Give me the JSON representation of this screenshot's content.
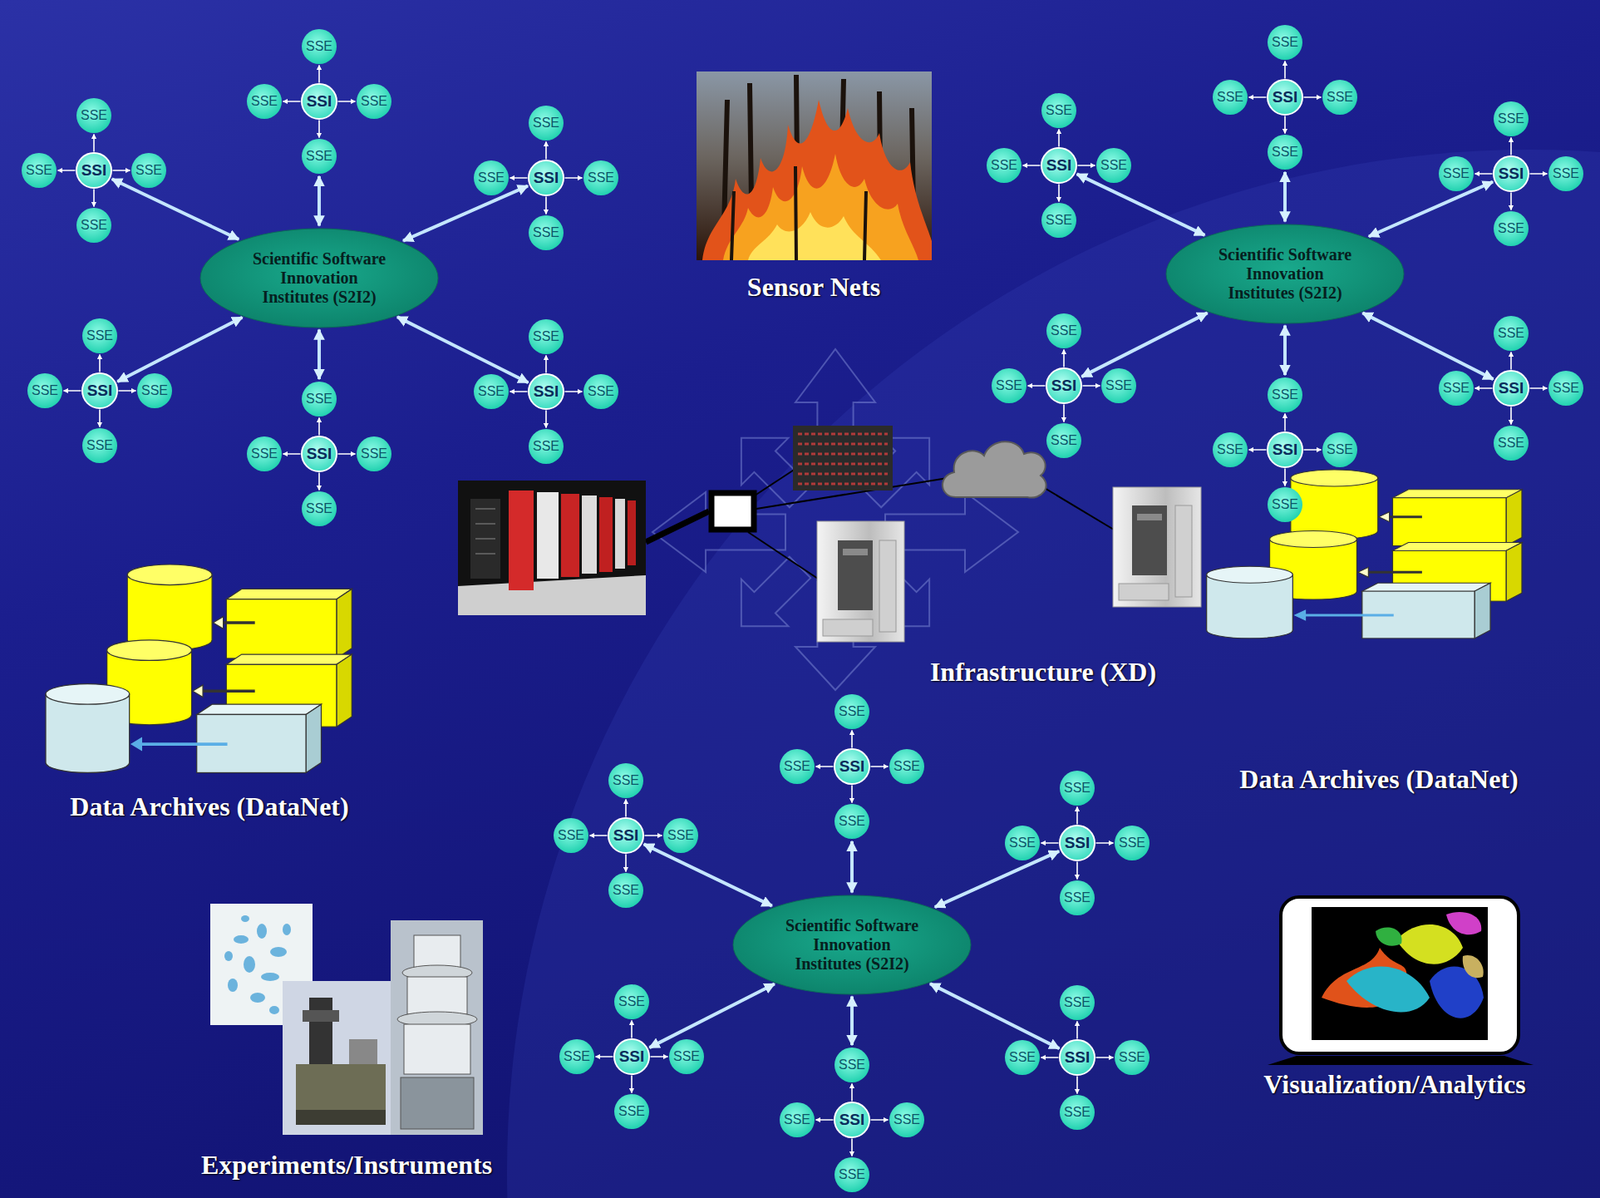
{
  "diagram": {
    "nodes": [
      {
        "text": [
          "Scientific Software Innovation Institutes (S2I2)"
        ]
      },
      {
        "text": [
          "SSE"
        ]
      },
      {
        "text": [
          "SSE"
        ]
      },
      {
        "text": [
          "SSI"
        ]
      },
      {
        "text": [
          "SSE"
        ]
      },
      {
        "text": [
          "SSE"
        ]
      },
      {
        "text": [
          "SSE"
        ]
      },
      {
        "text": [
          "SSE"
        ]
      },
      {
        "text": [
          "SSI"
        ]
      },
      {
        "text": [
          "SSE"
        ]
      },
      {
        "text": [
          "SSE"
        ]
      },
      {
        "text": [
          "SSE"
        ]
      },
      {
        "text": [
          "SSE"
        ]
      },
      {
        "text": [
          "SSI"
        ]
      },
      {
        "text": [
          "SSE"
        ]
      },
      {
        "text": [
          "SSE"
        ]
      },
      {
        "text": [
          "SSE"
        ]
      },
      {
        "text": [
          "SSE"
        ]
      },
      {
        "text": [
          "SSI"
        ]
      },
      {
        "text": [
          "SSE"
        ]
      },
      {
        "text": [
          "SSE"
        ]
      },
      {
        "text": [
          "SSE"
        ]
      },
      {
        "text": [
          "SSE"
        ]
      },
      {
        "text": [
          "SSI"
        ]
      },
      {
        "text": [
          "SSE"
        ]
      },
      {
        "text": [
          "SSE"
        ]
      },
      {
        "text": [
          "SSE"
        ]
      },
      {
        "text": [
          "SSE"
        ]
      },
      {
        "text": [
          "SSI"
        ]
      },
      {
        "text": [
          "SSE"
        ]
      },
      {
        "text": [
          "SSE"
        ]
      },
      {
        "text": [
          "Scientific Software Innovation Institutes (S2I2)"
        ]
      },
      {
        "text": [
          "SSE"
        ]
      },
      {
        "text": [
          "SSE"
        ]
      },
      {
        "text": [
          "SSI"
        ]
      },
      {
        "text": [
          "SSE"
        ]
      },
      {
        "text": [
          "SSE"
        ]
      },
      {
        "text": [
          "SSE"
        ]
      },
      {
        "text": [
          "SSE"
        ]
      },
      {
        "text": [
          "SSI"
        ]
      },
      {
        "text": [
          "SSE"
        ]
      },
      {
        "text": [
          "SSE"
        ]
      },
      {
        "text": [
          "SSE"
        ]
      },
      {
        "text": [
          "SSE"
        ]
      },
      {
        "text": [
          "SSI"
        ]
      },
      {
        "text": [
          "SSE"
        ]
      },
      {
        "text": [
          "SSE"
        ]
      },
      {
        "text": [
          "SSE"
        ]
      },
      {
        "text": [
          "SSE"
        ]
      },
      {
        "text": [
          "SSI"
        ]
      },
      {
        "text": [
          "SSE"
        ]
      },
      {
        "text": [
          "SSE"
        ]
      },
      {
        "text": [
          "SSE"
        ]
      },
      {
        "text": [
          "SSE"
        ]
      },
      {
        "text": [
          "SSI"
        ]
      },
      {
        "text": [
          "SSE"
        ]
      },
      {
        "text": [
          "SSE"
        ]
      },
      {
        "text": [
          "SSE"
        ]
      },
      {
        "text": [
          "SSE"
        ]
      },
      {
        "text": [
          "SSI"
        ]
      },
      {
        "text": [
          "SSE"
        ]
      },
      {
        "text": [
          "SSE"
        ]
      },
      {
        "text": [
          "Scientific Software Innovation Institutes (S2I2)"
        ]
      },
      {
        "text": [
          "SSE"
        ]
      },
      {
        "text": [
          "SSE"
        ]
      },
      {
        "text": [
          "SSI"
        ]
      },
      {
        "text": [
          "SSE"
        ]
      },
      {
        "text": [
          "SSE"
        ]
      },
      {
        "text": [
          "SSE"
        ]
      },
      {
        "text": [
          "SSE"
        ]
      },
      {
        "text": [
          "SSI"
        ]
      },
      {
        "text": [
          "SSE"
        ]
      },
      {
        "text": [
          "SSE"
        ]
      },
      {
        "text": [
          "SSE"
        ]
      },
      {
        "text": [
          "SSE"
        ]
      },
      {
        "text": [
          "SSI"
        ]
      },
      {
        "text": [
          "SSE"
        ]
      },
      {
        "text": [
          "SSE"
        ]
      },
      {
        "text": [
          "SSE"
        ]
      },
      {
        "text": [
          "SSE"
        ]
      },
      {
        "text": [
          "SSI"
        ]
      },
      {
        "text": [
          "SSE"
        ]
      },
      {
        "text": [
          "SSE"
        ]
      },
      {
        "text": [
          "SSE"
        ]
      },
      {
        "text": [
          "SSE"
        ]
      },
      {
        "text": [
          "SSI"
        ]
      },
      {
        "text": [
          "SSE"
        ]
      },
      {
        "text": [
          "SSE"
        ]
      },
      {
        "text": [
          "SSE"
        ]
      },
      {
        "text": [
          "SSE"
        ]
      },
      {
        "text": [
          "SSI"
        ]
      },
      {
        "text": [
          "SSE"
        ]
      },
      {
        "text": [
          "SSE"
        ]
      }
    ],
    "edges": [
      {
        "from": 0,
        "to": 5,
        "arrow": "both"
      },
      {
        "from": 0,
        "to": 8,
        "arrow": "both"
      },
      {
        "from": 0,
        "to": 13,
        "arrow": "both"
      },
      {
        "from": 0,
        "to": 18,
        "arrow": "both"
      },
      {
        "from": 0,
        "to": 23,
        "arrow": "both"
      },
      {
        "from": 0,
        "to": 26,
        "arrow": "both"
      },
      {
        "from": 3,
        "to": 1,
        "arrow": "to"
      },
      {
        "from": 3,
        "to": 2,
        "arrow": "to"
      },
      {
        "from": 3,
        "to": 4,
        "arrow": "to"
      },
      {
        "from": 3,
        "to": 5,
        "arrow": "to"
      },
      {
        "from": 8,
        "to": 6,
        "arrow": "to"
      },
      {
        "from": 8,
        "to": 7,
        "arrow": "to"
      },
      {
        "from": 8,
        "to": 9,
        "arrow": "to"
      },
      {
        "from": 8,
        "to": 10,
        "arrow": "to"
      },
      {
        "from": 13,
        "to": 11,
        "arrow": "to"
      },
      {
        "from": 13,
        "to": 12,
        "arrow": "to"
      },
      {
        "from": 13,
        "to": 14,
        "arrow": "to"
      },
      {
        "from": 13,
        "to": 15,
        "arrow": "to"
      },
      {
        "from": 18,
        "to": 16,
        "arrow": "to"
      },
      {
        "from": 18,
        "to": 17,
        "arrow": "to"
      },
      {
        "from": 18,
        "to": 19,
        "arrow": "to"
      },
      {
        "from": 18,
        "to": 20,
        "arrow": "to"
      },
      {
        "from": 23,
        "to": 21,
        "arrow": "to"
      },
      {
        "from": 23,
        "to": 22,
        "arrow": "to"
      },
      {
        "from": 23,
        "to": 24,
        "arrow": "to"
      },
      {
        "from": 23,
        "to": 25,
        "arrow": "to"
      },
      {
        "from": 28,
        "to": 26,
        "arrow": "to"
      },
      {
        "from": 28,
        "to": 27,
        "arrow": "to"
      },
      {
        "from": 28,
        "to": 29,
        "arrow": "to"
      },
      {
        "from": 28,
        "to": 30,
        "arrow": "to"
      },
      {
        "from": 31,
        "to": 36,
        "arrow": "both"
      },
      {
        "from": 31,
        "to": 39,
        "arrow": "both"
      },
      {
        "from": 31,
        "to": 44,
        "arrow": "both"
      },
      {
        "from": 31,
        "to": 49,
        "arrow": "both"
      },
      {
        "from": 31,
        "to": 54,
        "arrow": "both"
      },
      {
        "from": 31,
        "to": 57,
        "arrow": "both"
      },
      {
        "from": 34,
        "to": 32,
        "arrow": "to"
      },
      {
        "from": 34,
        "to": 33,
        "arrow": "to"
      },
      {
        "from": 34,
        "to": 35,
        "arrow": "to"
      },
      {
        "from": 34,
        "to": 36,
        "arrow": "to"
      },
      {
        "from": 39,
        "to": 37,
        "arrow": "to"
      },
      {
        "from": 39,
        "to": 38,
        "arrow": "to"
      },
      {
        "from": 39,
        "to": 40,
        "arrow": "to"
      },
      {
        "from": 39,
        "to": 41,
        "arrow": "to"
      },
      {
        "from": 44,
        "to": 42,
        "arrow": "to"
      },
      {
        "from": 44,
        "to": 43,
        "arrow": "to"
      },
      {
        "from": 44,
        "to": 45,
        "arrow": "to"
      },
      {
        "from": 44,
        "to": 46,
        "arrow": "to"
      },
      {
        "from": 49,
        "to": 47,
        "arrow": "to"
      },
      {
        "from": 49,
        "to": 48,
        "arrow": "to"
      },
      {
        "from": 49,
        "to": 50,
        "arrow": "to"
      },
      {
        "from": 49,
        "to": 51,
        "arrow": "to"
      },
      {
        "from": 54,
        "to": 52,
        "arrow": "to"
      },
      {
        "from": 54,
        "to": 53,
        "arrow": "to"
      },
      {
        "from": 54,
        "to": 55,
        "arrow": "to"
      },
      {
        "from": 54,
        "to": 56,
        "arrow": "to"
      },
      {
        "from": 59,
        "to": 57,
        "arrow": "to"
      },
      {
        "from": 59,
        "to": 58,
        "arrow": "to"
      },
      {
        "from": 59,
        "to": 60,
        "arrow": "to"
      },
      {
        "from": 59,
        "to": 61,
        "arrow": "to"
      },
      {
        "from": 62,
        "to": 67,
        "arrow": "both"
      },
      {
        "from": 62,
        "to": 70,
        "arrow": "both"
      },
      {
        "from": 62,
        "to": 75,
        "arrow": "both"
      },
      {
        "from": 62,
        "to": 80,
        "arrow": "both"
      },
      {
        "from": 62,
        "to": 85,
        "arrow": "both"
      },
      {
        "from": 62,
        "to": 88,
        "arrow": "both"
      },
      {
        "from": 65,
        "to": 63,
        "arrow": "to"
      },
      {
        "from": 65,
        "to": 64,
        "arrow": "to"
      },
      {
        "from": 65,
        "to": 66,
        "arrow": "to"
      },
      {
        "from": 65,
        "to": 67,
        "arrow": "to"
      },
      {
        "from": 70,
        "to": 68,
        "arrow": "to"
      },
      {
        "from": 70,
        "to": 69,
        "arrow": "to"
      },
      {
        "from": 70,
        "to": 71,
        "arrow": "to"
      },
      {
        "from": 70,
        "to": 72,
        "arrow": "to"
      },
      {
        "from": 75,
        "to": 73,
        "arrow": "to"
      },
      {
        "from": 75,
        "to": 74,
        "arrow": "to"
      },
      {
        "from": 75,
        "to": 76,
        "arrow": "to"
      },
      {
        "from": 75,
        "to": 77,
        "arrow": "to"
      },
      {
        "from": 80,
        "to": 78,
        "arrow": "to"
      },
      {
        "from": 80,
        "to": 79,
        "arrow": "to"
      },
      {
        "from": 80,
        "to": 81,
        "arrow": "to"
      },
      {
        "from": 80,
        "to": 82,
        "arrow": "to"
      },
      {
        "from": 85,
        "to": 83,
        "arrow": "to"
      },
      {
        "from": 85,
        "to": 84,
        "arrow": "to"
      },
      {
        "from": 85,
        "to": 86,
        "arrow": "to"
      },
      {
        "from": 85,
        "to": 87,
        "arrow": "to"
      },
      {
        "from": 90,
        "to": 88,
        "arrow": "to"
      },
      {
        "from": 90,
        "to": 89,
        "arrow": "to"
      },
      {
        "from": 90,
        "to": 91,
        "arrow": "to"
      },
      {
        "from": 90,
        "to": 92,
        "arrow": "to"
      }
    ],
    "labels": [
      "Sensor Nets",
      "Infrastructure (XD)",
      "Data Archives (DataNet)",
      "Data Archives (DataNet)",
      "Experiments/Instruments",
      "Visualization/Analytics"
    ]
  }
}
